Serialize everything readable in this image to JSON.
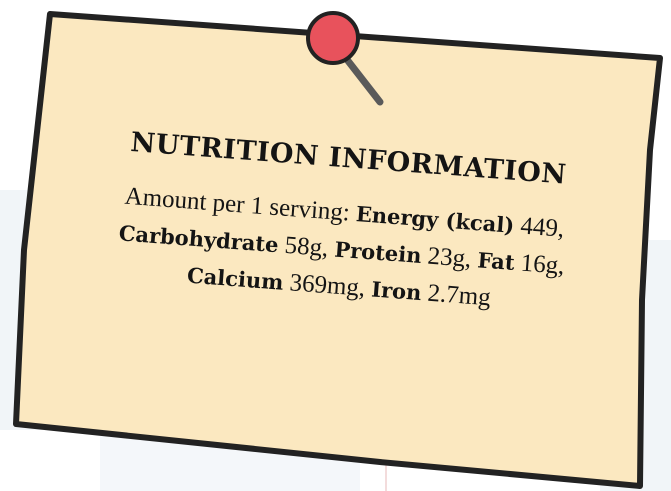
{
  "note": {
    "title": "NUTRITION INFORMATION",
    "intro": "Amount per 1 serving:",
    "nutrients": [
      {
        "name": "Energy (kcal)",
        "value": "449,"
      },
      {
        "name": "Carbohydrate",
        "value": "58g,"
      },
      {
        "name": "Protein",
        "value": "23g,"
      },
      {
        "name": "Fat",
        "value": "16g,"
      },
      {
        "name": "Calcium",
        "value": "369mg,"
      },
      {
        "name": "Iron",
        "value": "2.7mg"
      }
    ]
  },
  "colors": {
    "paper": "#fbe8c0",
    "outline": "#222222",
    "pin_head": "#e8525c",
    "pin_needle": "#5a5a5a"
  },
  "icons": {
    "pin": "push-pin-icon"
  }
}
